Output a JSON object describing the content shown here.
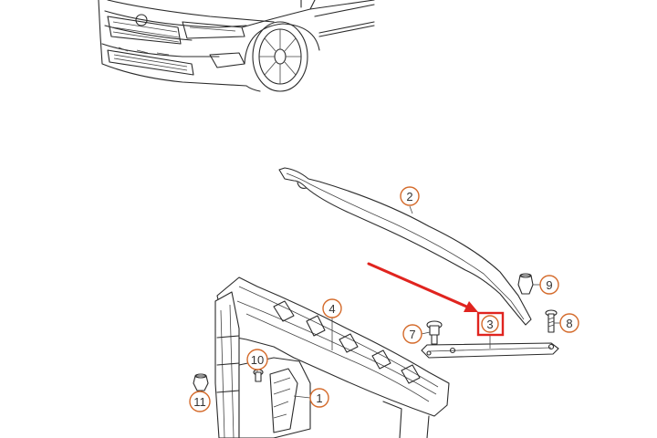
{
  "diagram": {
    "callouts": [
      {
        "id": "c1",
        "label": "1"
      },
      {
        "id": "c2",
        "label": "2"
      },
      {
        "id": "c3",
        "label": "3",
        "highlighted": true
      },
      {
        "id": "c4",
        "label": "4"
      },
      {
        "id": "c7",
        "label": "7"
      },
      {
        "id": "c8",
        "label": "8"
      },
      {
        "id": "c9",
        "label": "9"
      },
      {
        "id": "c10",
        "label": "10"
      },
      {
        "id": "c11",
        "label": "11"
      }
    ],
    "colors": {
      "callout_circle": "#d46a2a",
      "highlight_box": "#e0241f",
      "arrow": "#e0241f",
      "line_art": "#2b2b2b"
    }
  }
}
